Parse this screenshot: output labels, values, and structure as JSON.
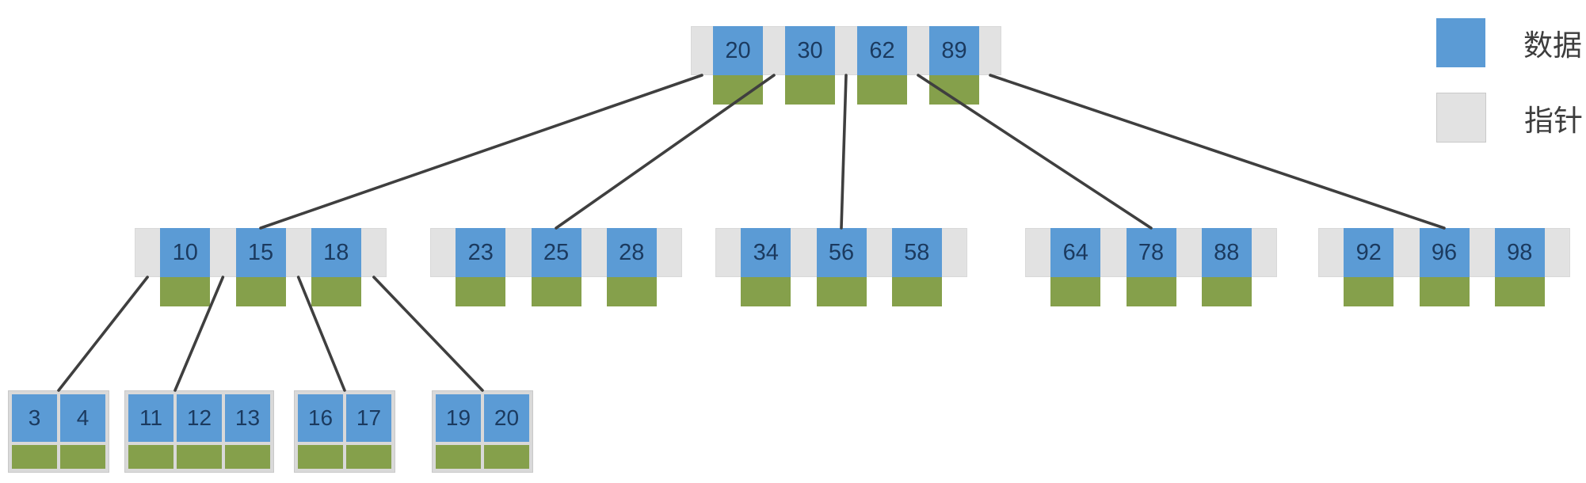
{
  "colors": {
    "background": "#ffffff",
    "data_cell": "#5b9bd5",
    "pointer_cell": "#e2e2e2",
    "record_cell": "#85a04b",
    "edge": "#3f3f3f",
    "key_text": "#1b3a5f",
    "legend_text": "#3d3d3d",
    "leaf_frame": "#d9d9d9"
  },
  "legend": {
    "items": [
      {
        "id": "data",
        "label": "数据",
        "color": "#5b9bd5"
      },
      {
        "id": "pointer",
        "label": "指针",
        "color": "#e2e2e2"
      }
    ]
  },
  "tree": {
    "type": "b-plus-tree",
    "root": {
      "id": "root",
      "keys": [
        "20",
        "30",
        "62",
        "89"
      ]
    },
    "internal": [
      {
        "id": "n1",
        "keys": [
          "10",
          "15",
          "18"
        ]
      },
      {
        "id": "n2",
        "keys": [
          "23",
          "25",
          "28"
        ]
      },
      {
        "id": "n3",
        "keys": [
          "34",
          "56",
          "58"
        ]
      },
      {
        "id": "n4",
        "keys": [
          "64",
          "78",
          "88"
        ]
      },
      {
        "id": "n5",
        "keys": [
          "92",
          "96",
          "98"
        ]
      }
    ],
    "leaves": [
      {
        "id": "l1",
        "keys": [
          "3",
          "4"
        ]
      },
      {
        "id": "l2",
        "keys": [
          "11",
          "12",
          "13"
        ]
      },
      {
        "id": "l3",
        "keys": [
          "16",
          "17"
        ]
      },
      {
        "id": "l4",
        "keys": [
          "19",
          "20"
        ]
      }
    ],
    "edges": [
      {
        "from": "root",
        "pointer": 0,
        "to": "n1"
      },
      {
        "from": "root",
        "pointer": 1,
        "to": "n2"
      },
      {
        "from": "root",
        "pointer": 2,
        "to": "n3"
      },
      {
        "from": "root",
        "pointer": 3,
        "to": "n4"
      },
      {
        "from": "root",
        "pointer": 4,
        "to": "n5"
      },
      {
        "from": "n1",
        "pointer": 0,
        "to": "l1"
      },
      {
        "from": "n1",
        "pointer": 1,
        "to": "l2"
      },
      {
        "from": "n1",
        "pointer": 2,
        "to": "l3"
      },
      {
        "from": "n1",
        "pointer": 3,
        "to": "l4"
      }
    ]
  }
}
